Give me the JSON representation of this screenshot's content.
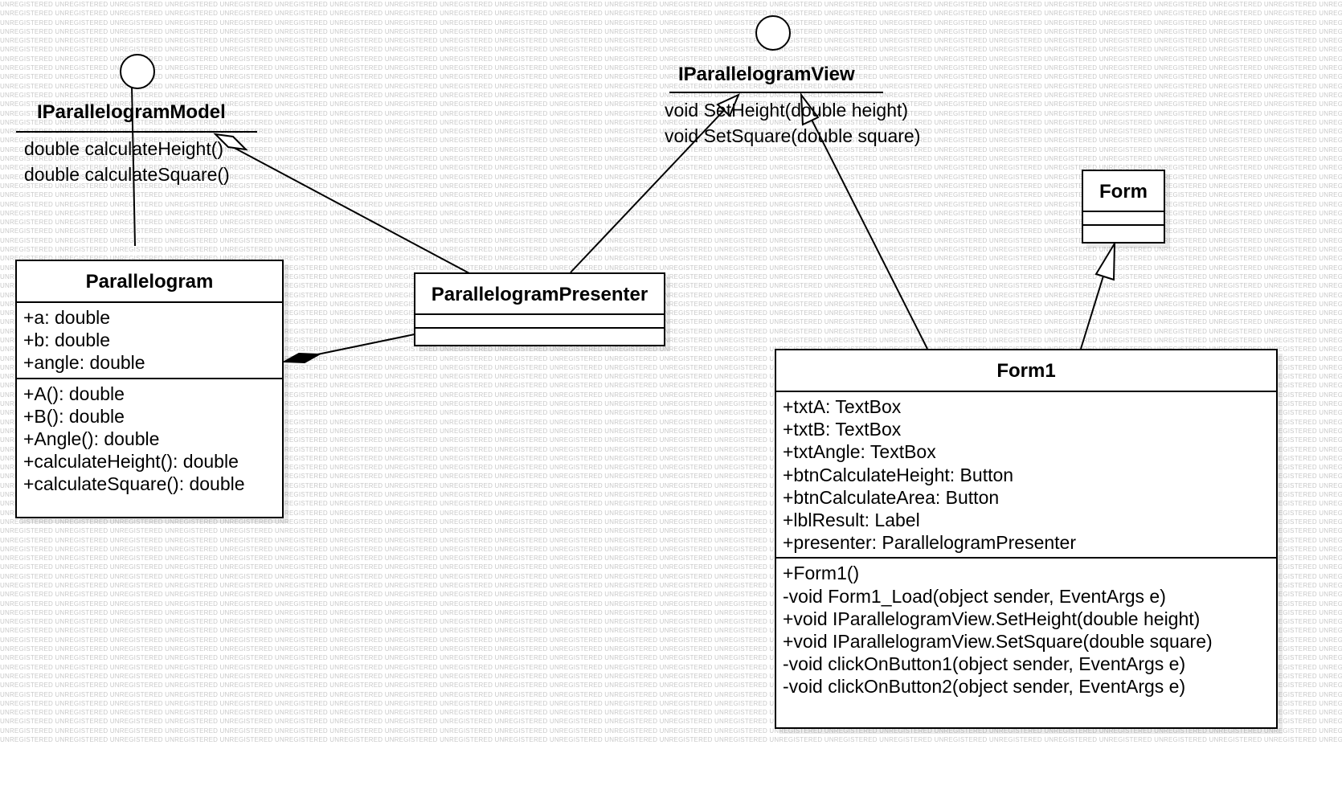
{
  "watermark_text": "UNREGISTERED",
  "interfaces": {
    "model": {
      "name": "IParallelogramModel",
      "operations": [
        "double calculateHeight()",
        "double calculateSquare()"
      ]
    },
    "view": {
      "name": "IParallelogramView",
      "operations": [
        "void SetHeight(double height)",
        "void SetSquare(double square)"
      ]
    }
  },
  "classes": {
    "parallelogram": {
      "name": "Parallelogram",
      "attributes": [
        "+a: double",
        "+b: double",
        "+angle: double"
      ],
      "operations": [
        "+A(): double",
        "+B(): double",
        "+Angle(): double",
        "+calculateHeight(): double",
        "+calculateSquare(): double"
      ]
    },
    "presenter": {
      "name": "ParallelogramPresenter",
      "attributes": [],
      "operations": []
    },
    "form": {
      "name": "Form",
      "attributes": [],
      "operations": []
    },
    "form1": {
      "name": "Form1",
      "attributes": [
        "+txtA: TextBox",
        "+txtB: TextBox",
        "+txtAngle: TextBox",
        "+btnCalculateHeight: Button",
        "+btnCalculateArea: Button",
        "+lblResult: Label",
        "+presenter: ParallelogramPresenter"
      ],
      "operations": [
        "+Form1()",
        "-void Form1_Load(object sender, EventArgs e)",
        "+void IParallelogramView.SetHeight(double height)",
        "+void IParallelogramView.SetSquare(double square)",
        "-void clickOnButton1(object sender, EventArgs e)",
        "-void clickOnButton2(object sender, EventArgs e)"
      ]
    }
  },
  "relationships": [
    {
      "type": "realization-lollipop",
      "from": "Parallelogram",
      "to": "IParallelogramModel"
    },
    {
      "type": "aggregation",
      "from": "ParallelogramPresenter",
      "to": "IParallelogramModel"
    },
    {
      "type": "composition",
      "from": "ParallelogramPresenter",
      "to": "Parallelogram"
    },
    {
      "type": "realization",
      "from": "ParallelogramPresenter",
      "to": "IParallelogramView"
    },
    {
      "type": "realization",
      "from": "Form1",
      "to": "IParallelogramView"
    },
    {
      "type": "generalization",
      "from": "Form1",
      "to": "Form"
    }
  ]
}
